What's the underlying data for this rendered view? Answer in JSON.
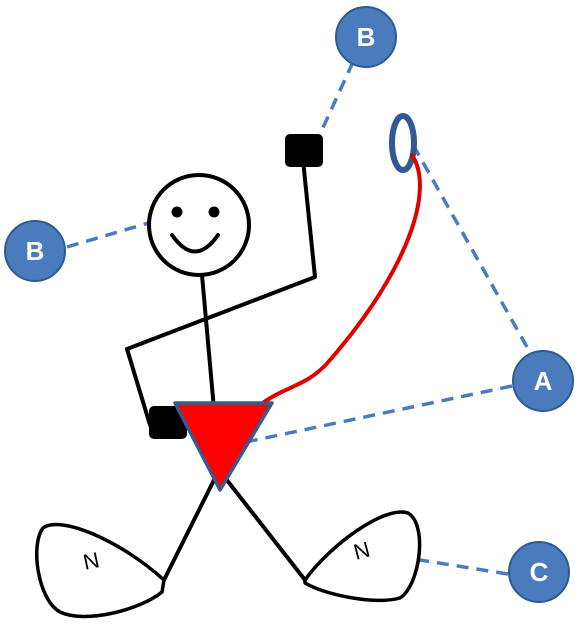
{
  "colors": {
    "callout_fill": "#4a7bbd",
    "callout_stroke": "#2f5a93",
    "rope": "#e00000",
    "harness": "#ff0000",
    "harness_outline": "#3a5a8c",
    "leader": "#4a7bbd",
    "hold": "#000000"
  },
  "labels": {
    "b_top": "B",
    "b_left": "B",
    "a_right": "A",
    "c_bottom": "C"
  },
  "shoes": {
    "left": "N",
    "right": "N"
  }
}
